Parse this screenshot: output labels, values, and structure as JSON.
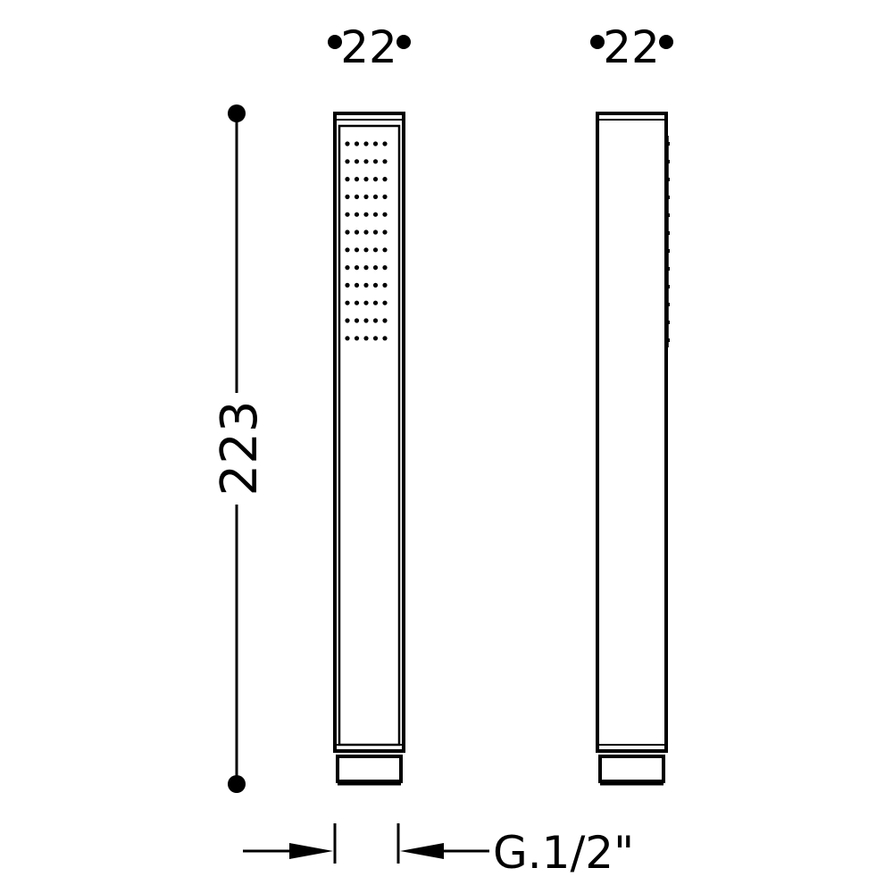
{
  "drawing": {
    "front_view": {
      "width_label": "22",
      "nozzle_grid": {
        "rows": 12,
        "cols": 5
      }
    },
    "side_view": {
      "width_label": "22",
      "side_nozzles": 12
    },
    "height_label": "223",
    "thread_label": "G.1/2\""
  },
  "colors": {
    "line": "#000000",
    "background": "#ffffff"
  }
}
